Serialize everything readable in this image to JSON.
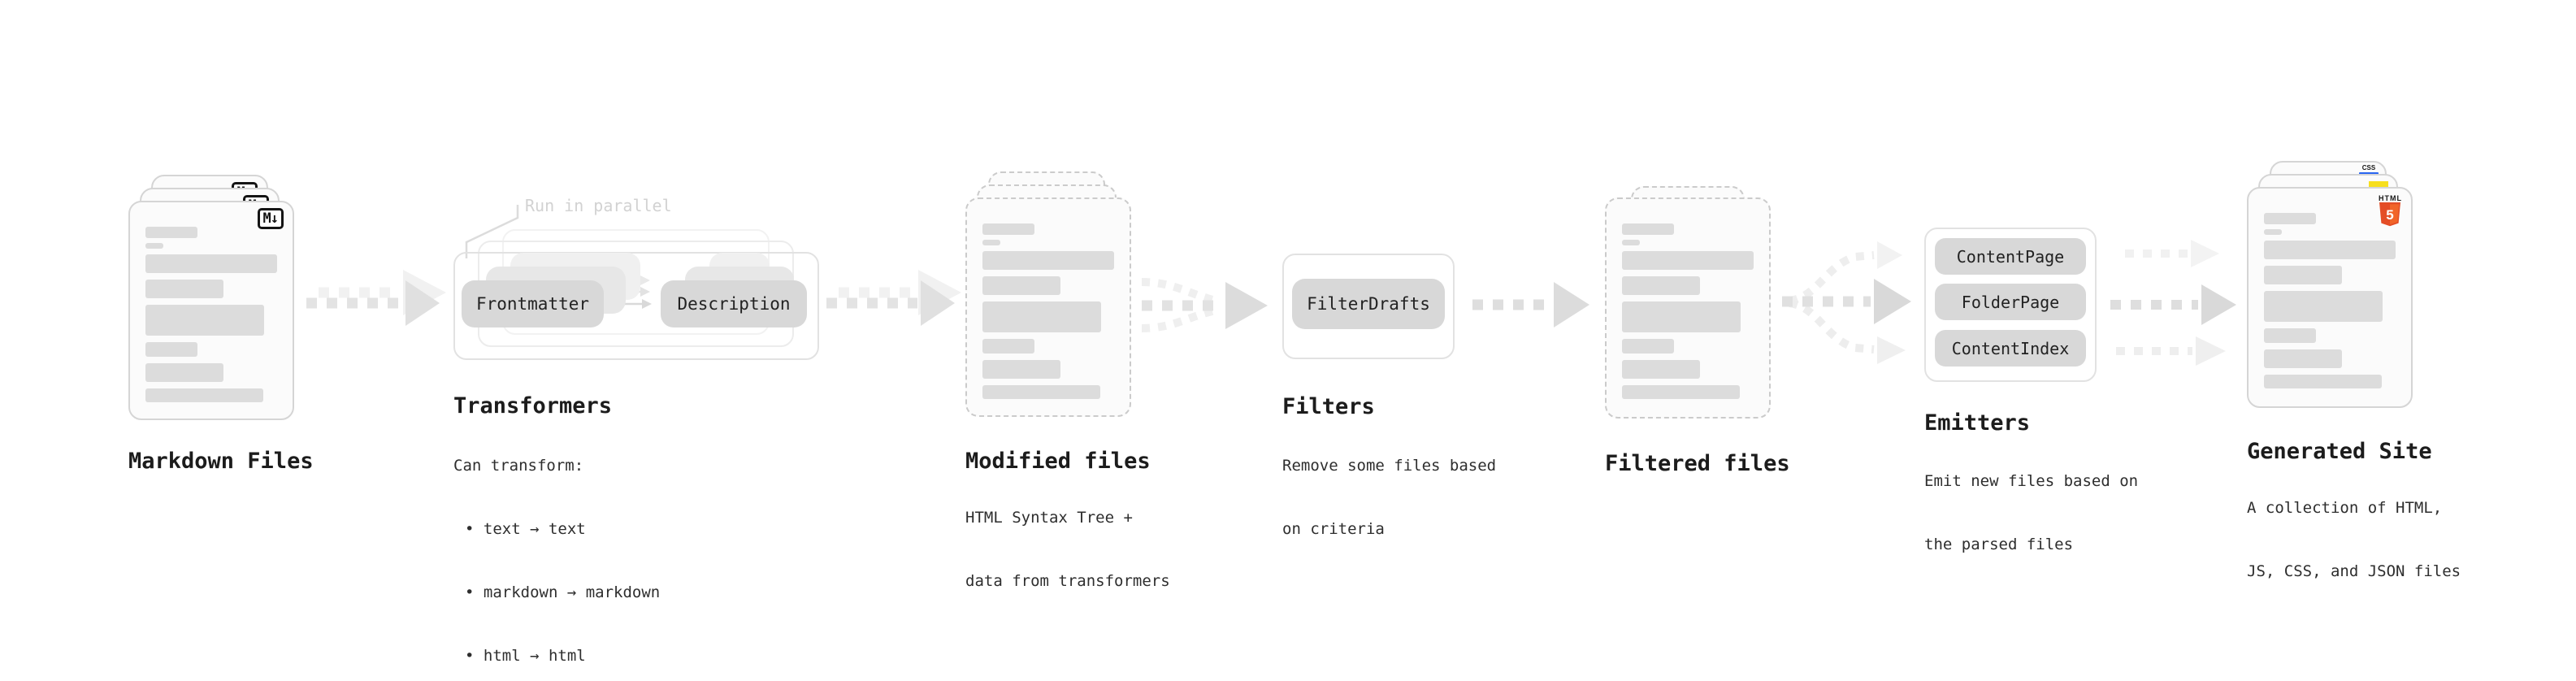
{
  "stages": {
    "markdown_files": {
      "label": "Markdown Files",
      "file_badge": "M↓",
      "icon": "markdown-icon"
    },
    "transformers": {
      "label": "Transformers",
      "annotation": "Run in parallel",
      "chips": [
        "Frontmatter",
        "Description"
      ],
      "note_title": "Can transform:",
      "notes": [
        "• text → text",
        "• markdown → markdown",
        "• html → html"
      ]
    },
    "modified_files": {
      "label": "Modified files",
      "notes": [
        "HTML Syntax Tree +",
        "data from transformers"
      ]
    },
    "filters": {
      "label": "Filters",
      "chips": [
        "FilterDrafts"
      ],
      "notes": [
        "Remove some files based",
        "on criteria"
      ]
    },
    "filtered_files": {
      "label": "Filtered files"
    },
    "emitters": {
      "label": "Emitters",
      "chips": [
        "ContentPage",
        "FolderPage",
        "ContentIndex"
      ],
      "notes": [
        "Emit new files based on",
        "the parsed files"
      ]
    },
    "generated_site": {
      "label": "Generated Site",
      "notes": [
        "A collection of HTML,",
        "JS, CSS, and JSON files"
      ],
      "html_icon": {
        "name": "html5-icon",
        "text": "HTML",
        "number": "5",
        "color": "#e44d26"
      },
      "js_icon": {
        "name": "js-icon",
        "color": "#f7df1e"
      },
      "css_icon": {
        "name": "css-icon",
        "text": "CSS",
        "color": "#2965f1"
      }
    }
  },
  "colors": {
    "background": "#ffffff",
    "file_fill": "#fbfbfb",
    "file_border": "#d5d5d5",
    "dashed_border": "#cbcbcb",
    "skeleton_bar": "#dcdcdc",
    "chip_fill": "#d8d8d8",
    "chip_text": "#222222",
    "heading_text": "#1c1c1c",
    "body_text": "#2e2e2e",
    "annotation_text": "#d2d2d2",
    "arrow_main": "#e2e2e2",
    "arrow_dark": "#d9d9d9",
    "arrow_light": "#f0f0f0"
  }
}
